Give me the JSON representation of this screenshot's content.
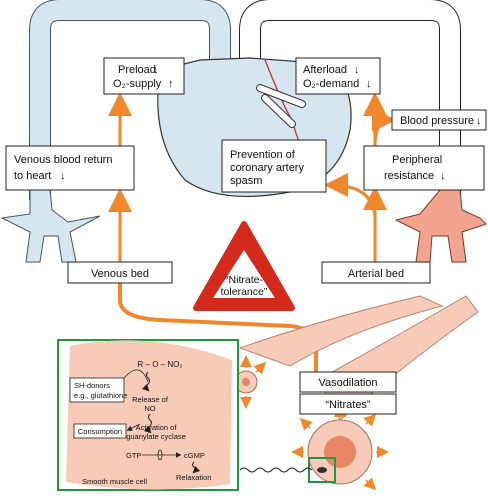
{
  "labels": {
    "preload": "Preload",
    "o2_supply": "O₂-supply",
    "afterload": "Afterload",
    "o2_demand": "O₂-demand",
    "blood_pressure": "Blood pressure",
    "venous_return_1": "Venous blood return",
    "venous_return_2": "to heart",
    "prevention_1": "Prevention of",
    "prevention_2": "coronary artery",
    "prevention_3": "spasm",
    "peripheral_1": "Peripheral",
    "peripheral_2": "resistance",
    "venous_bed": "Venous bed",
    "arterial_bed": "Arterial bed",
    "tolerance_1": "“Nitrate-",
    "tolerance_2": "tolerance”",
    "vasodilation": "Vasodilation",
    "nitrates": "“Nitrates”"
  },
  "mechanism": {
    "formula": "R – O – NO₂",
    "sh_donors_1": "SH-donors",
    "sh_donors_2": "e.g., glutathione",
    "release_1": "Release of",
    "release_2": "NO",
    "activation_1": "Activation of",
    "activation_2": "guanylate cyclase",
    "consumption": "Consumption",
    "gtp": "GTP",
    "cgmp": "cGMP",
    "relaxation": "Relaxation",
    "cell": "Smooth muscle cell"
  },
  "colors": {
    "arrow": "#f0872a",
    "vein": "#d6e6f0",
    "artery": "#f3a48f",
    "warning": "#d42a1c",
    "box_border": "#1f9a3a",
    "cell_fill": "#f8cbb8"
  }
}
